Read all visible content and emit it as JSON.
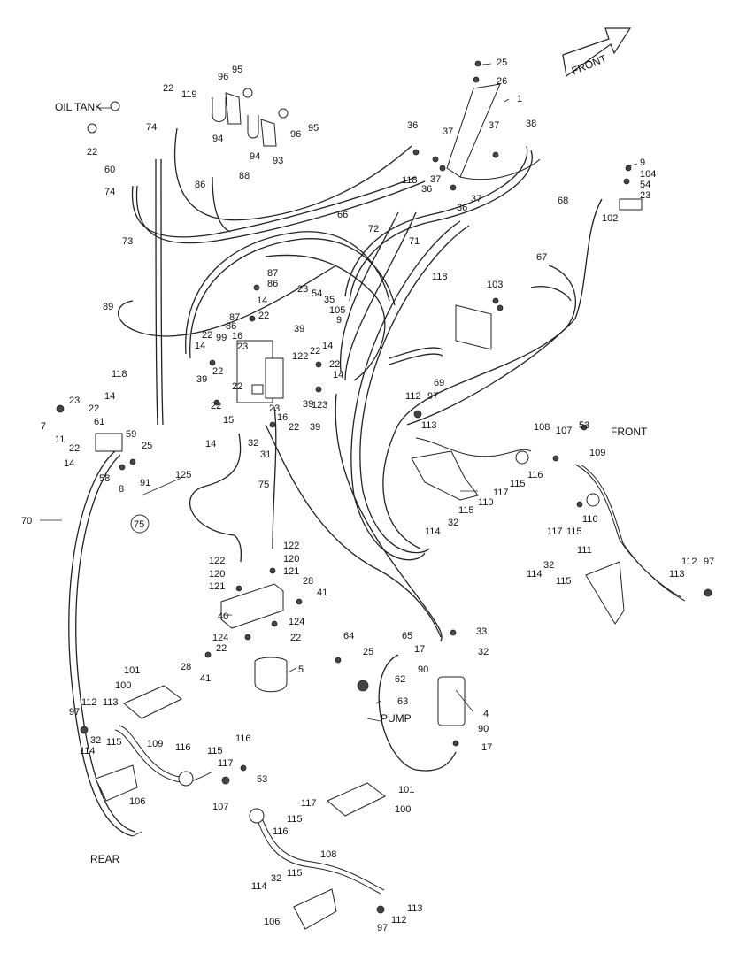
{
  "labels": {
    "oil_tank": "OIL TANK",
    "front_arrow": "FRONT",
    "front": "FRONT",
    "rear": "REAR",
    "pump": "PUMP"
  },
  "callouts": [
    "1",
    "4",
    "5",
    "7",
    "8",
    "9",
    "11",
    "14",
    "15",
    "16",
    "17",
    "22",
    "23",
    "25",
    "26",
    "28",
    "31",
    "32",
    "33",
    "35",
    "36",
    "37",
    "38",
    "39",
    "40",
    "41",
    "53",
    "54",
    "58",
    "59",
    "60",
    "61",
    "62",
    "63",
    "64",
    "65",
    "66",
    "67",
    "68",
    "69",
    "70",
    "71",
    "72",
    "73",
    "74",
    "75",
    "86",
    "87",
    "88",
    "89",
    "90",
    "91",
    "93",
    "94",
    "95",
    "96",
    "97",
    "99",
    "100",
    "101",
    "102",
    "103",
    "104",
    "105",
    "106",
    "107",
    "108",
    "109",
    "110",
    "111",
    "112",
    "113",
    "114",
    "115",
    "116",
    "117",
    "118",
    "119",
    "120",
    "121",
    "122",
    "123",
    "124",
    "125"
  ]
}
